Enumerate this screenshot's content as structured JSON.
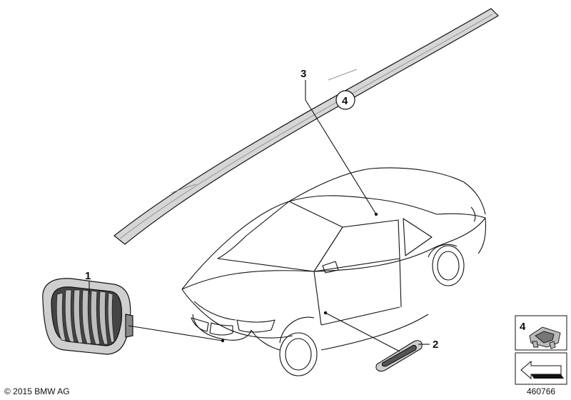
{
  "callouts": {
    "grille": "1",
    "side_marker": "2",
    "roof_trim": "3",
    "circled_ref": "4",
    "box_ref": "4"
  },
  "footer": {
    "copyright": "© 2015 BMW AG",
    "diagram_number": "460766"
  },
  "colors": {
    "line": "#111111",
    "part_fill": "#d0d0d0",
    "part_dark": "#555555"
  }
}
